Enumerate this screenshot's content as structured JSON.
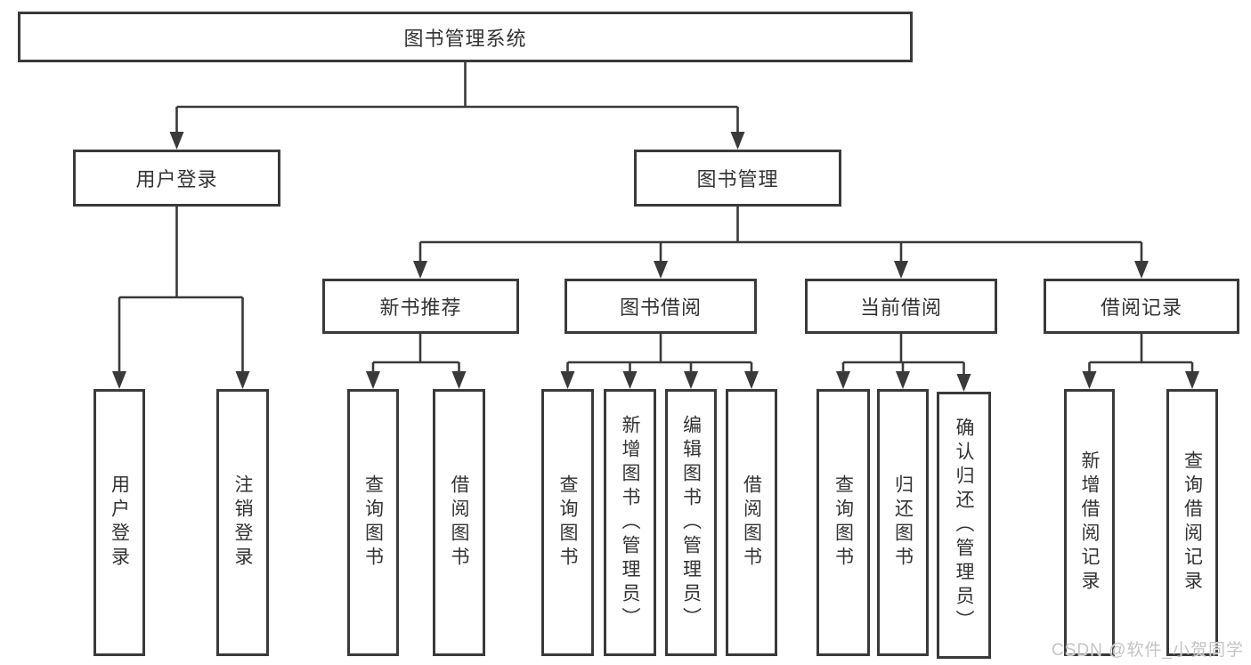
{
  "diagram": {
    "root": "图书管理系统",
    "level2": [
      "用户登录",
      "图书管理"
    ],
    "level3": [
      "新书推荐",
      "图书借阅",
      "当前借阅",
      "借阅记录"
    ],
    "leaves": {
      "login": [
        "用户登录",
        "注销登录"
      ],
      "newbook": [
        "查询图书",
        "借阅图书"
      ],
      "borrow": [
        "查询图书",
        "新增图书（管理员）",
        "编辑图书（管理员）",
        "借阅图书"
      ],
      "current": [
        "查询图书",
        "归还图书",
        "确认归还（管理员）"
      ],
      "record": [
        "新增借阅记录",
        "查询借阅记录"
      ]
    }
  },
  "watermark": {
    "text": "CSDN @软件_小贺同学"
  },
  "colors": {
    "line": "#3a3a3a",
    "text": "#333333",
    "background": "#ffffff",
    "watermark": "#c4c4c4"
  }
}
